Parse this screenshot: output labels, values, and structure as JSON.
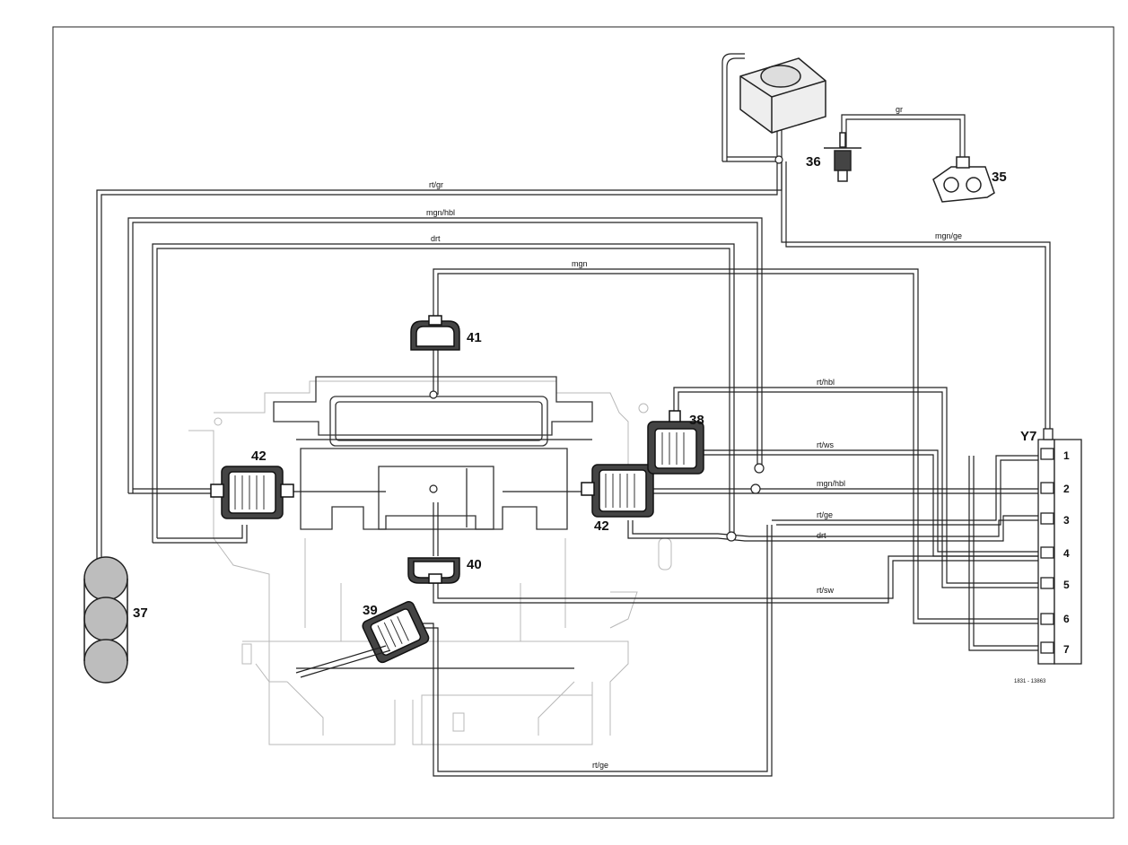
{
  "diagram": {
    "components": {
      "c35": "35",
      "c36": "36",
      "c37": "37",
      "c38": "38",
      "c39": "39",
      "c40": "40",
      "c41": "41",
      "c42_left": "42",
      "c42_right": "42",
      "y7": "Y7"
    },
    "lines": {
      "gr": "gr",
      "rt_gr": "rt/gr",
      "mgn_hbl_top": "mgn/hbl",
      "drt_top": "drt",
      "mgn": "mgn",
      "mgn_ge": "mgn/ge",
      "rt_hbl": "rt/hbl",
      "rt_ws": "rt/ws",
      "mgn_hbl_right": "mgn/hbl",
      "rt_ge_right": "rt/ge",
      "drt_right": "drt",
      "rt_sw": "rt/sw",
      "rt_ge_bottom": "rt/ge"
    },
    "ports": [
      "1",
      "2",
      "3",
      "4",
      "5",
      "6",
      "7"
    ],
    "figure_code": "1831 - 13863"
  }
}
